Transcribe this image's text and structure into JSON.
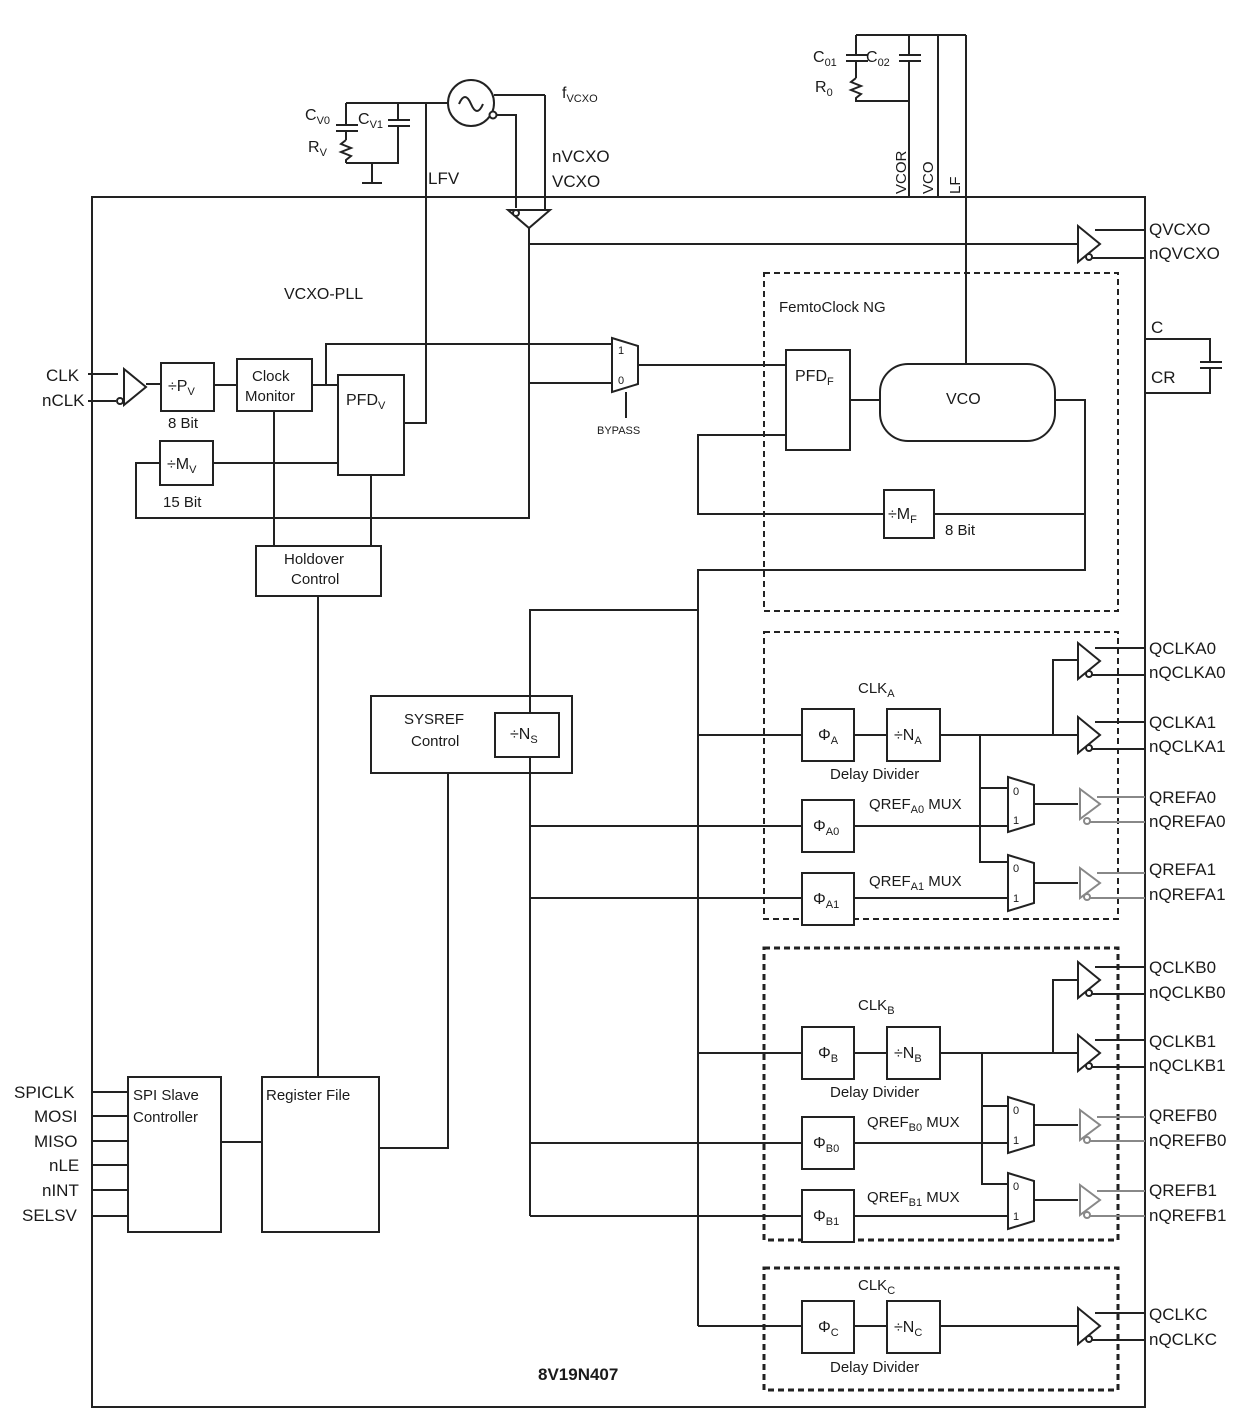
{
  "chip": {
    "part_number": "8V19N407"
  },
  "external": {
    "cv0": "C",
    "cv0_sub": "V0",
    "cv1": "C",
    "cv1_sub": "V1",
    "rv": "R",
    "rv_sub": "V",
    "lfv": "LFV",
    "fvcxo": "f",
    "fvcxo_sub": "VCXO",
    "nvcxo": "nVCXO",
    "vcxo": "VCXO",
    "c01": "C",
    "c01_sub": "01",
    "c02": "C",
    "c02_sub": "02",
    "r0": "R",
    "r0_sub": "0",
    "vcor": "VCOR",
    "vco_pin": "VCO",
    "lf": "LF"
  },
  "inputs": {
    "clk": "CLK",
    "nclk": "nCLK",
    "spi": [
      "SPICLK",
      "MOSI",
      "MISO",
      "nLE",
      "nINT",
      "SELSV"
    ]
  },
  "blocks": {
    "vcxo_pll": "VCXO-PLL",
    "pv": "÷P",
    "pv_sub": "V",
    "pv_bits": "8 Bit",
    "clock_monitor": [
      "Clock",
      "Monitor"
    ],
    "pfdv": "PFD",
    "pfdv_sub": "V",
    "mv": "÷M",
    "mv_sub": "V",
    "mv_bits": "15 Bit",
    "holdover": [
      "Holdover",
      "Control"
    ],
    "mux_1": "1",
    "mux_0": "0",
    "bypass": "BYPASS",
    "femtoclock": "FemtoClock NG",
    "pfdf": "PFD",
    "pfdf_sub": "F",
    "vco": "VCO",
    "mf": "÷M",
    "mf_sub": "F",
    "mf_bits": "8 Bit",
    "sysref": [
      "SYSREF",
      "Control"
    ],
    "ns": "÷N",
    "ns_sub": "S",
    "spi_slave": [
      "SPI Slave",
      "Controller"
    ],
    "register_file": "Register File",
    "c_pin": "C",
    "cr_pin": "CR"
  },
  "channel_a": {
    "clk": "CLK",
    "clk_sub": "A",
    "phi": "Φ",
    "phi_sub": "A",
    "n": "÷N",
    "n_sub": "A",
    "delay_divider": "Delay Divider",
    "phi0": "Φ",
    "phi0_sub": "A0",
    "phi1": "Φ",
    "phi1_sub": "A1",
    "mux0": "QREF",
    "mux0_sub": "A0",
    "mux0_tail": " MUX",
    "mux1": "QREF",
    "mux1_sub": "A1",
    "mux1_tail": " MUX",
    "outputs": [
      "QCLKA0",
      "nQCLKA0",
      "QCLKA1",
      "nQCLKA1",
      "QREFA0",
      "nQREFA0",
      "QREFA1",
      "nQREFA1"
    ]
  },
  "channel_b": {
    "clk": "CLK",
    "clk_sub": "B",
    "phi": "Φ",
    "phi_sub": "B",
    "n": "÷N",
    "n_sub": "B",
    "delay_divider": "Delay Divider",
    "phi0": "Φ",
    "phi0_sub": "B0",
    "phi1": "Φ",
    "phi1_sub": "B1",
    "mux0": "QREF",
    "mux0_sub": "B0",
    "mux0_tail": " MUX",
    "mux1": "QREF",
    "mux1_sub": "B1",
    "mux1_tail": " MUX",
    "outputs": [
      "QCLKB0",
      "nQCLKB0",
      "QCLKB1",
      "nQCLKB1",
      "QREFB0",
      "nQREFB0",
      "QREFB1",
      "nQREFB1"
    ]
  },
  "channel_c": {
    "clk": "CLK",
    "clk_sub": "C",
    "phi": "Φ",
    "phi_sub": "C",
    "n": "÷N",
    "n_sub": "C",
    "delay_divider": "Delay Divider",
    "outputs": [
      "QCLKC",
      "nQCLKC"
    ]
  },
  "vcxo_outputs": [
    "QVCXO",
    "nQVCXO"
  ]
}
